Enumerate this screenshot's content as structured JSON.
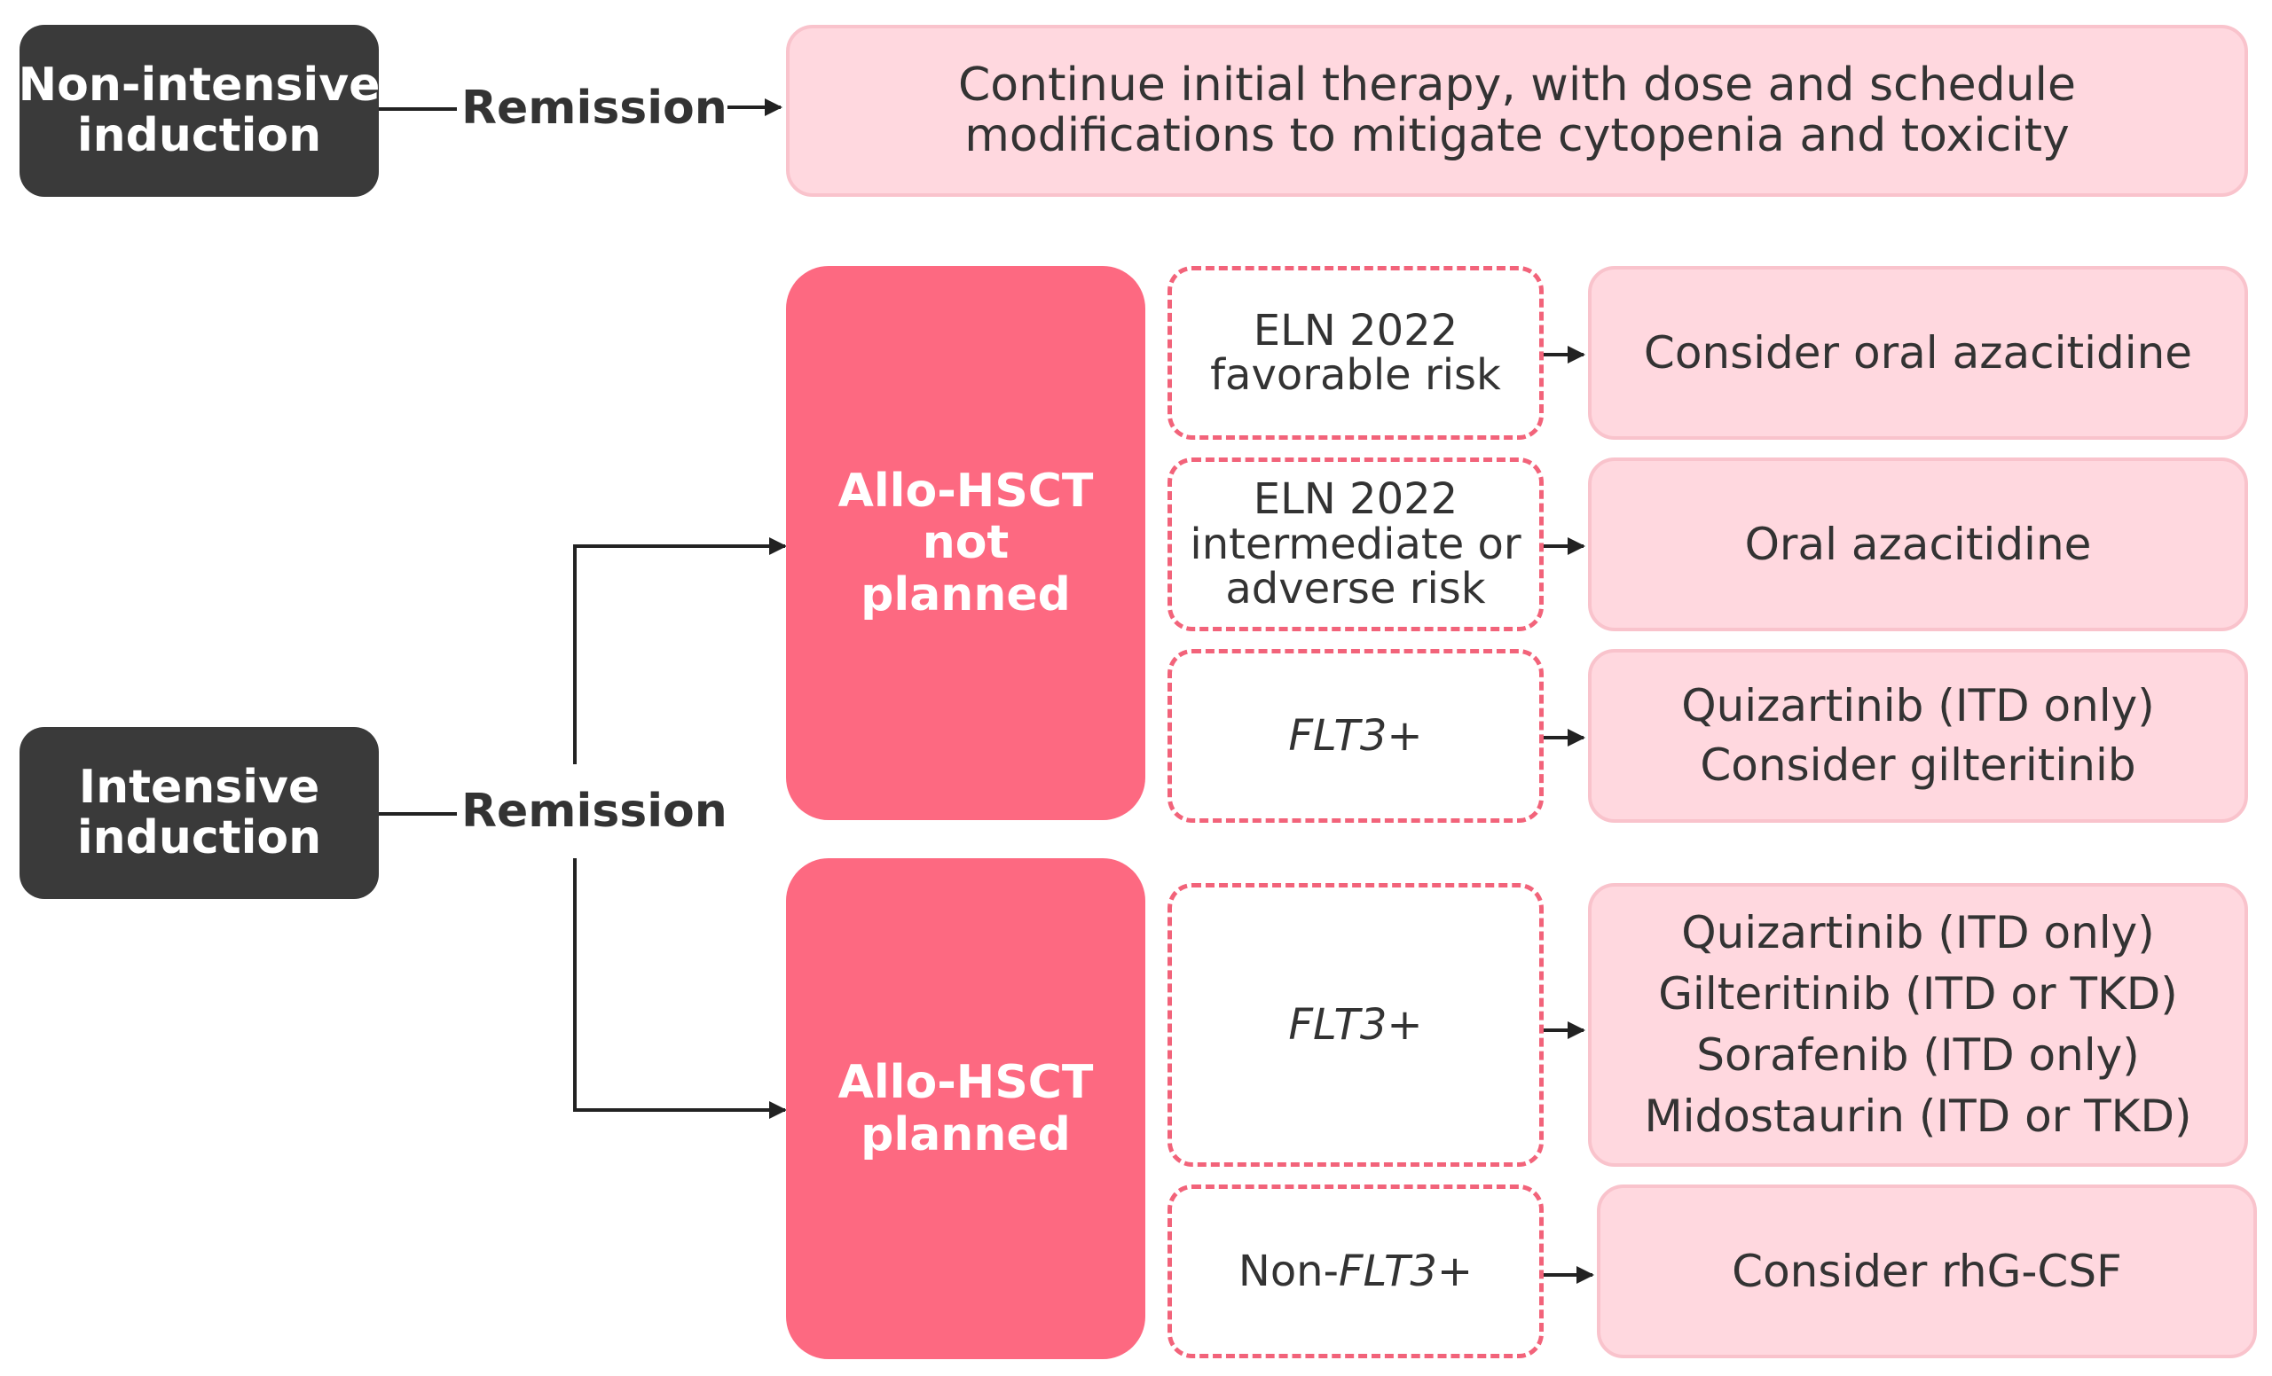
{
  "colors": {
    "dark": "#3a3a3a",
    "red": "#fd6981",
    "pink": "#ffd8df",
    "dashed_border": "#f2637a",
    "text": "#333333"
  },
  "top_row": {
    "start": [
      "Non-intensive",
      "induction"
    ],
    "edge_label": "Remission",
    "outcome": [
      "Continue initial therapy, with dose and schedule",
      "modifications to mitigate cytopenia and toxicity"
    ]
  },
  "intensive": {
    "start": [
      "Intensive",
      "induction"
    ],
    "edge_label": "Remission",
    "branches": [
      {
        "label": [
          "Allo-HSCT",
          "not",
          "planned"
        ],
        "rows": [
          {
            "condition": [
              "ELN 2022",
              "favorable risk"
            ],
            "treatment": [
              "Consider oral azacitidine"
            ]
          },
          {
            "condition": [
              "ELN 2022",
              "intermediate or",
              "adverse risk"
            ],
            "treatment": [
              "Oral azacitidine"
            ]
          },
          {
            "condition_italic": "FLT3",
            "condition_suffix": "+",
            "treatment": [
              "Quizartinib (ITD only)",
              "Consider gilteritinib"
            ]
          }
        ]
      },
      {
        "label": [
          "Allo-HSCT",
          "planned"
        ],
        "rows": [
          {
            "condition_italic": "FLT3",
            "condition_suffix": "+",
            "treatment": [
              "Quizartinib (ITD only)",
              "Gilteritinib (ITD or TKD)",
              "Sorafenib (ITD only)",
              "Midostaurin (ITD or TKD)"
            ]
          },
          {
            "condition_prefix": "Non-",
            "condition_italic": "FLT3",
            "condition_suffix": "+",
            "treatment": [
              "Consider rhG-CSF"
            ]
          }
        ]
      }
    ]
  }
}
